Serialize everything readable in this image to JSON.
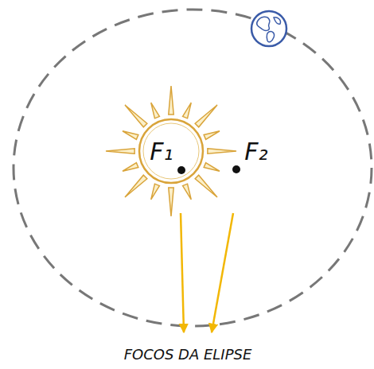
{
  "diagram": {
    "labels": [
      "F₁",
      "F₂",
      "FOCOS DA ELIPSE"
    ]
  }
}
